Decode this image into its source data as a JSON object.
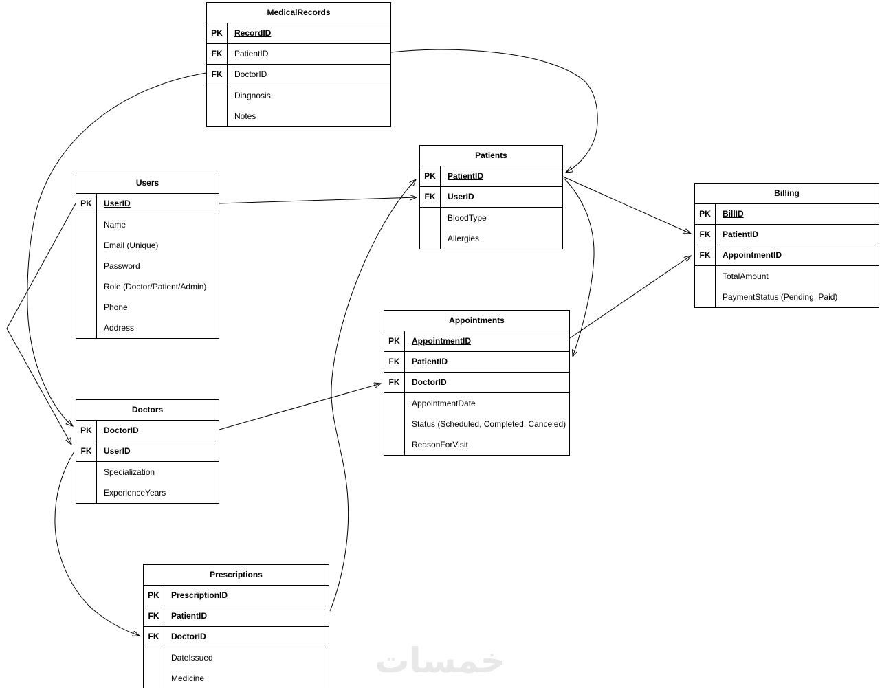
{
  "diagram": {
    "watermark": "خمسات",
    "entities": [
      {
        "id": "medicalrecords",
        "title": "MedicalRecords",
        "keys": [
          {
            "tag": "PK",
            "field": "RecordID",
            "pk": true
          },
          {
            "tag": "FK",
            "field": "PatientID",
            "bold": false
          },
          {
            "tag": "FK",
            "field": "DoctorID",
            "bold": false
          }
        ],
        "attributes": [
          "Diagnosis",
          "Notes"
        ]
      },
      {
        "id": "users",
        "title": "Users",
        "keys": [
          {
            "tag": "PK",
            "field": "UserID",
            "pk": true
          }
        ],
        "attributes": [
          "Name",
          "Email (Unique)",
          "Password",
          "Role (Doctor/Patient/Admin)",
          "Phone",
          "Address"
        ]
      },
      {
        "id": "patients",
        "title": "Patients",
        "keys": [
          {
            "tag": "PK",
            "field": "PatientID",
            "pk": true
          },
          {
            "tag": "FK",
            "field": "UserID",
            "bold": true
          }
        ],
        "attributes": [
          "BloodType",
          "Allergies"
        ]
      },
      {
        "id": "billing",
        "title": "Billing",
        "keys": [
          {
            "tag": "PK",
            "field": "BillID",
            "pk": true
          },
          {
            "tag": "FK",
            "field": "PatientID",
            "bold": true
          },
          {
            "tag": "FK",
            "field": "AppointmentID",
            "bold": true
          }
        ],
        "attributes": [
          "TotalAmount",
          "PaymentStatus (Pending, Paid)"
        ]
      },
      {
        "id": "appointments",
        "title": "Appointments",
        "keys": [
          {
            "tag": "PK",
            "field": "AppointmentID",
            "pk": true
          },
          {
            "tag": "FK",
            "field": "PatientID",
            "bold": true
          },
          {
            "tag": "FK",
            "field": "DoctorID",
            "bold": true
          }
        ],
        "attributes": [
          "AppointmentDate",
          "Status (Scheduled, Completed, Canceled)",
          "ReasonForVisit"
        ]
      },
      {
        "id": "doctors",
        "title": "Doctors",
        "keys": [
          {
            "tag": "PK",
            "field": "DoctorID",
            "pk": true
          },
          {
            "tag": "FK",
            "field": "UserID",
            "bold": true
          }
        ],
        "attributes": [
          "Specialization",
          "ExperienceYears"
        ]
      },
      {
        "id": "prescriptions",
        "title": "Prescriptions",
        "keys": [
          {
            "tag": "PK",
            "field": "PrescriptionID",
            "pk": true
          },
          {
            "tag": "FK",
            "field": "PatientID",
            "bold": true
          },
          {
            "tag": "FK",
            "field": "DoctorID",
            "bold": true
          }
        ],
        "attributes": [
          "DateIssued",
          "Medicine"
        ]
      }
    ],
    "relationships": [
      {
        "from": "MedicalRecords.PatientID",
        "to": "Patients.PatientID"
      },
      {
        "from": "MedicalRecords.DoctorID",
        "to": "Doctors.DoctorID"
      },
      {
        "from": "Users.UserID",
        "to": "Patients.UserID"
      },
      {
        "from": "Users.UserID",
        "to": "Doctors.UserID"
      },
      {
        "from": "Doctors.DoctorID",
        "to": "Appointments.DoctorID"
      },
      {
        "from": "Doctors.DoctorID",
        "to": "Prescriptions.DoctorID"
      },
      {
        "from": "Prescriptions.PatientID",
        "to": "Patients.PatientID"
      },
      {
        "from": "Patients.PatientID",
        "to": "Billing.PatientID"
      },
      {
        "from": "Patients.PatientID",
        "to": "Appointments.PatientID"
      },
      {
        "from": "Appointments.AppointmentID",
        "to": "Billing.AppointmentID"
      }
    ]
  }
}
